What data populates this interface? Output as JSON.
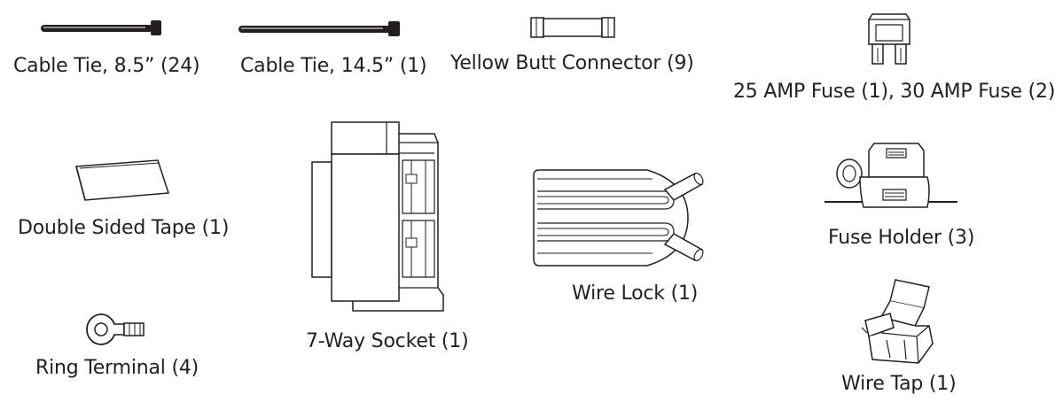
{
  "parts": [
    {
      "id": "cable-tie-8",
      "label": "Cable Tie, 8.5” (24)"
    },
    {
      "id": "cable-tie-14",
      "label": "Cable Tie, 14.5” (1)"
    },
    {
      "id": "butt-connector",
      "label": "Yellow Butt Connector (9)"
    },
    {
      "id": "fuses",
      "label": "25 AMP Fuse (1), 30 AMP Fuse (2)"
    },
    {
      "id": "tape",
      "label": "Double Sided Tape (1)"
    },
    {
      "id": "socket",
      "label": "7-Way Socket (1)"
    },
    {
      "id": "wire-lock",
      "label": "Wire Lock (1)"
    },
    {
      "id": "fuse-holder",
      "label": "Fuse Holder (3)"
    },
    {
      "id": "ring-terminal",
      "label": "Ring Terminal (4)"
    },
    {
      "id": "wire-tap",
      "label": "Wire Tap (1)"
    }
  ]
}
